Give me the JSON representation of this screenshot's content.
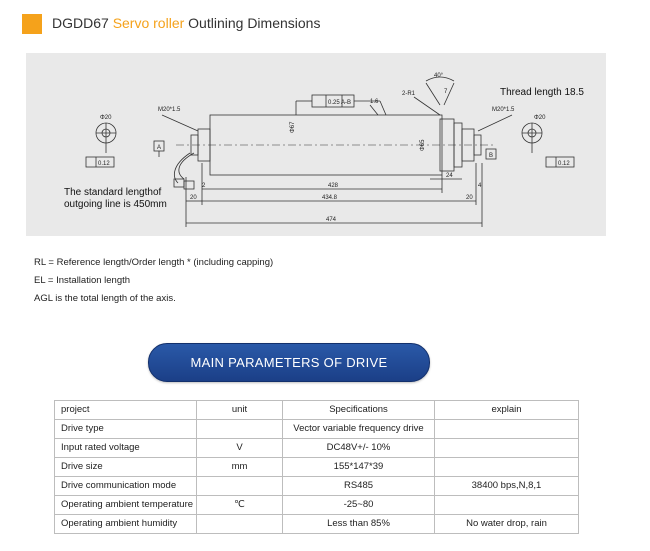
{
  "header": {
    "title_prefix": "DGDD67 ",
    "title_accent": "Servo roller",
    "title_suffix": " Outlining Dimensions",
    "accent_color": "#f5a21b"
  },
  "drawing": {
    "thread_note": "Thread length 18.5",
    "cable_note_line1": "The standard lengthof",
    "cable_note_line2": "outgoing line is 450mm",
    "dims": {
      "d1": "428",
      "d2": "434.8",
      "d3": "474",
      "d4": "20",
      "d5": "20",
      "d6": "24",
      "d7": "2",
      "d8": "4",
      "d9": "7",
      "d10": "40°",
      "d11": "1.6"
    },
    "callouts": {
      "diameter_left": "Φ20",
      "diameter_right": "Φ20",
      "thread_left": "M20*1.5",
      "thread_right": "M20*1.5",
      "datum_a": "A",
      "datum_b": "B",
      "runout": "0.25 A-B",
      "tol_left": "0.12",
      "tol_right": "0.12",
      "phi67": "Φ67",
      "phi65": "Φ65",
      "chamfer": "2-R1"
    }
  },
  "notes": [
    "RL = Reference length/Order length * (including capping)",
    "EL = Installation length",
    "AGL is the total length of the axis."
  ],
  "banner": {
    "label": "MAIN PARAMETERS OF DRIVE",
    "color": "#1f4a96"
  },
  "table": {
    "header": [
      "project",
      "unit",
      "Specifications",
      "explain"
    ],
    "rows": [
      [
        "Drive type",
        "",
        "Vector variable frequency drive",
        ""
      ],
      [
        "Input rated voltage",
        "V",
        "DC48V+/- 10%",
        ""
      ],
      [
        "Drive size",
        "mm",
        "155*147*39",
        ""
      ],
      [
        "Drive communication mode",
        "",
        "RS485",
        "38400 bps,N,8,1"
      ],
      [
        "Operating ambient temperature",
        "℃",
        "-25~80",
        ""
      ],
      [
        "Operating ambient humidity",
        "",
        "Less than 85%",
        "No water drop, rain"
      ]
    ]
  }
}
